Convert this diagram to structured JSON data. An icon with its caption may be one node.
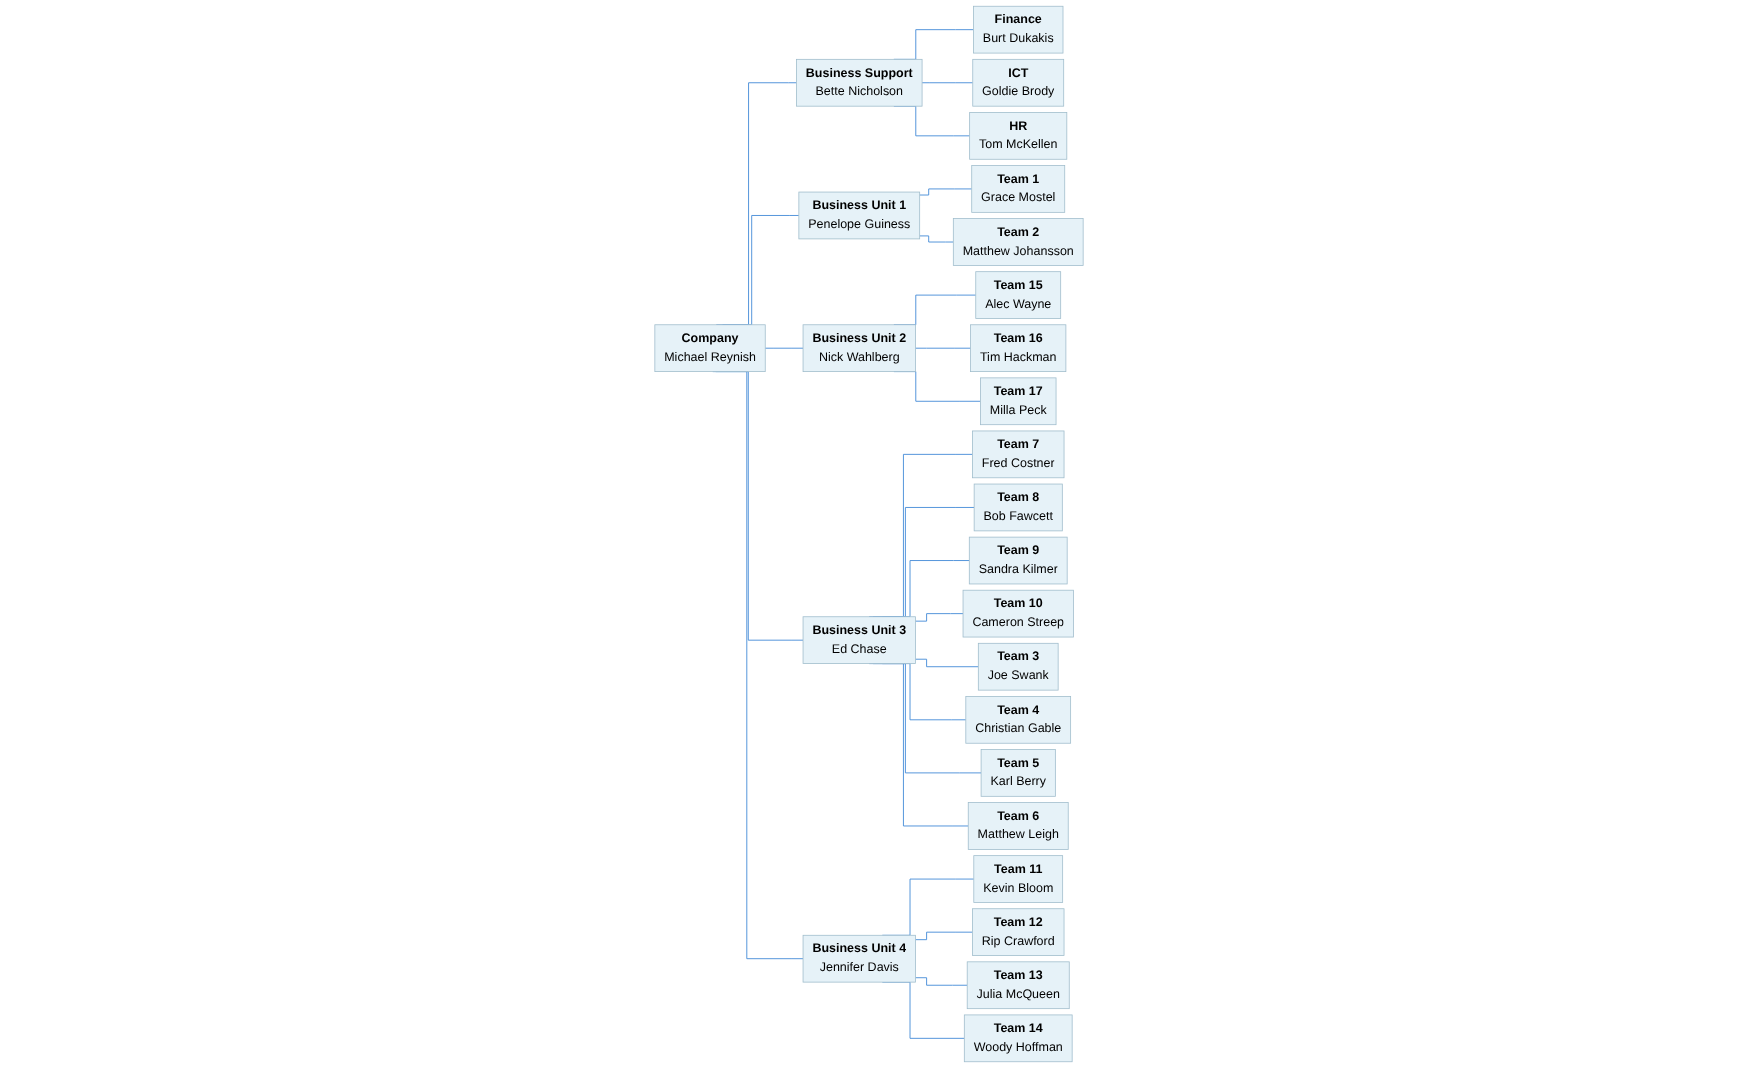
{
  "diagram": {
    "nodes": [
      {
        "text": [
          "Company",
          "Michael Reynish"
        ]
      },
      {
        "text": [
          "Business Support",
          "Bette Nicholson"
        ]
      },
      {
        "text": [
          "Finance",
          "Burt Dukakis"
        ]
      },
      {
        "text": [
          "ICT",
          "Goldie Brody"
        ]
      },
      {
        "text": [
          "HR",
          "Tom McKellen"
        ]
      },
      {
        "text": [
          "Business Unit 1",
          "Penelope Guiness"
        ]
      },
      {
        "text": [
          "Business Unit 2",
          "Nick Wahlberg"
        ]
      },
      {
        "text": [
          "Business Unit 3",
          "Ed Chase"
        ]
      },
      {
        "text": [
          "Business Unit 4",
          "Jennifer Davis"
        ]
      },
      {
        "text": [
          "Team 1",
          "Grace Mostel"
        ]
      },
      {
        "text": [
          "Team 15",
          "Alec Wayne"
        ]
      },
      {
        "text": [
          "Team 7",
          "Fred Costner"
        ]
      },
      {
        "text": [
          "Team 3",
          "Joe Swank"
        ]
      },
      {
        "text": [
          "Team 11",
          "Kevin Bloom"
        ]
      },
      {
        "text": [
          "Team 2",
          "Matthew Johansson"
        ]
      },
      {
        "text": [
          "Team 16",
          "Tim Hackman"
        ]
      },
      {
        "text": [
          "Team 8",
          "Bob Fawcett"
        ]
      },
      {
        "text": [
          "Team 4",
          "Christian Gable"
        ]
      },
      {
        "text": [
          "Team 12",
          "Rip Crawford"
        ]
      },
      {
        "text": [
          "Team 17",
          "Milla Peck"
        ]
      },
      {
        "text": [
          "Team 9",
          "Sandra Kilmer"
        ]
      },
      {
        "text": [
          "Team 5",
          "Karl Berry"
        ]
      },
      {
        "text": [
          "Team 13",
          "Julia McQueen"
        ]
      },
      {
        "text": [
          "Team 10",
          "Cameron Streep"
        ]
      },
      {
        "text": [
          "Team 6",
          "Matthew Leigh"
        ]
      },
      {
        "text": [
          "Team 14",
          "Woody Hoffman"
        ]
      }
    ],
    "edges": [
      {
        "from": 0,
        "to": 1,
        "arrow": "none"
      },
      {
        "from": 1,
        "to": 2,
        "arrow": "none"
      },
      {
        "from": 1,
        "to": 3,
        "arrow": "none"
      },
      {
        "from": 1,
        "to": 4,
        "arrow": "none"
      },
      {
        "from": 0,
        "to": 5,
        "arrow": "none"
      },
      {
        "from": 0,
        "to": 6,
        "arrow": "none"
      },
      {
        "from": 0,
        "to": 7,
        "arrow": "none"
      },
      {
        "from": 0,
        "to": 8,
        "arrow": "none"
      },
      {
        "from": 5,
        "to": 9,
        "arrow": "none"
      },
      {
        "from": 5,
        "to": 14,
        "arrow": "none"
      },
      {
        "from": 6,
        "to": 10,
        "arrow": "none"
      },
      {
        "from": 6,
        "to": 15,
        "arrow": "none"
      },
      {
        "from": 6,
        "to": 19,
        "arrow": "none"
      },
      {
        "from": 7,
        "to": 11,
        "arrow": "none"
      },
      {
        "from": 7,
        "to": 16,
        "arrow": "none"
      },
      {
        "from": 7,
        "to": 20,
        "arrow": "none"
      },
      {
        "from": 7,
        "to": 23,
        "arrow": "none"
      },
      {
        "from": 7,
        "to": 12,
        "arrow": "none"
      },
      {
        "from": 7,
        "to": 17,
        "arrow": "none"
      },
      {
        "from": 7,
        "to": 21,
        "arrow": "none"
      },
      {
        "from": 7,
        "to": 24,
        "arrow": "none"
      },
      {
        "from": 8,
        "to": 13,
        "arrow": "none"
      },
      {
        "from": 8,
        "to": 18,
        "arrow": "none"
      },
      {
        "from": 8,
        "to": 22,
        "arrow": "none"
      },
      {
        "from": 8,
        "to": 25,
        "arrow": "none"
      }
    ]
  }
}
